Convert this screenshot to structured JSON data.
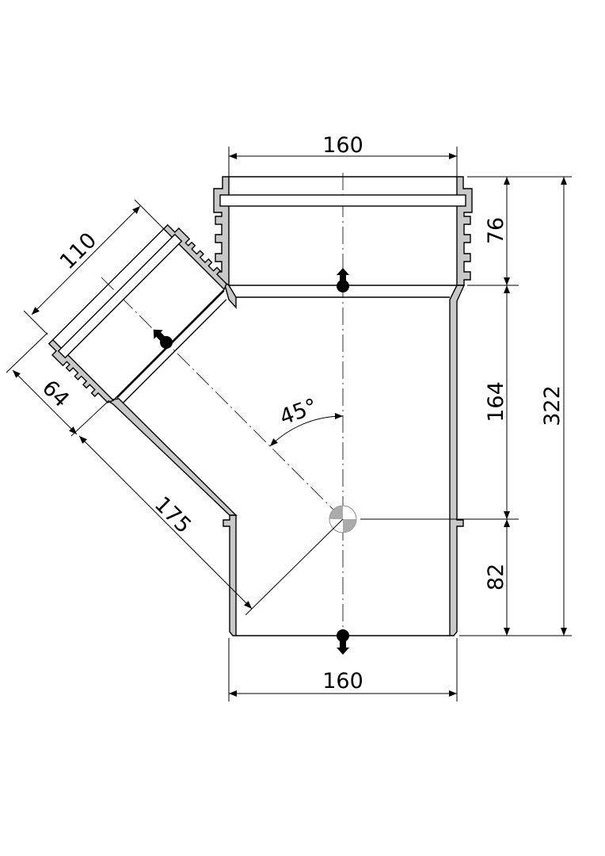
{
  "drawing": {
    "dimensions": {
      "top_width": "160",
      "bottom_width": "160",
      "socket_depth": "76",
      "body_middle": "164",
      "body_lower": "82",
      "overall_height": "322",
      "branch_diameter": "110",
      "branch_socket_depth": "64",
      "branch_length": "175",
      "branch_angle": "45°"
    },
    "colors": {
      "wall": "#c8c8c8",
      "line": "#000000"
    }
  }
}
